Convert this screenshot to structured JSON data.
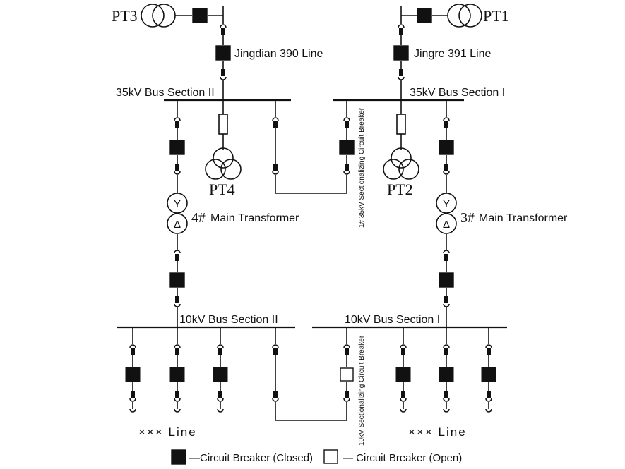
{
  "labels": {
    "pt3": "PT3",
    "pt1": "PT1",
    "pt4": "PT4",
    "pt2": "PT2",
    "line_390": "Jingdian 390 Line",
    "line_391": "Jingre 391 Line",
    "bus35_ii": "35kV Bus Section II",
    "bus35_i": "35kV Bus Section I",
    "tx4_num": "4#",
    "tx4_name": "Main Transformer",
    "tx3_num": "3#",
    "tx3_name": "Main Transformer",
    "sect35": "1# 35kV Sectionalizing Circuit Breaker",
    "bus10_ii": "10kV Bus Section II",
    "bus10_i": "10kV Bus Section I",
    "sect10": "10kV Sectionalizing Circuit Breaker",
    "feeders_left": "××× Line",
    "feeders_right": "××× Line",
    "star": "Y",
    "delta": "Δ"
  },
  "legend": {
    "closed": "—Circuit Breaker (Closed)",
    "open": "— Circuit Breaker (Open)"
  },
  "colors": {
    "line": "#111111",
    "breaker_closed": "#111111",
    "breaker_open": "#ffffff"
  }
}
